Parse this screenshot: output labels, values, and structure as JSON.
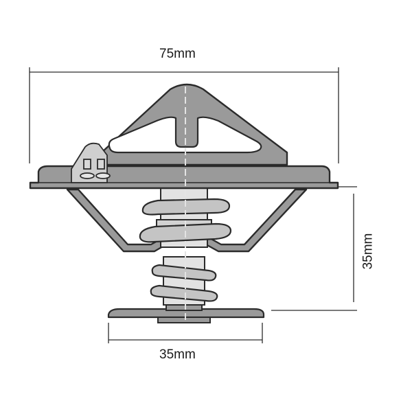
{
  "dimensions": {
    "overall_width": "75mm",
    "height": "35mm",
    "valve_width": "35mm"
  },
  "colors": {
    "body_fill": "#9a9a9a",
    "outline": "#2b2b2b",
    "spring_fill": "#c4c4c4",
    "shaft_fill": "#e2e2e2",
    "centerline": "#ffffff",
    "dimension_line": "#2b2b2b"
  }
}
